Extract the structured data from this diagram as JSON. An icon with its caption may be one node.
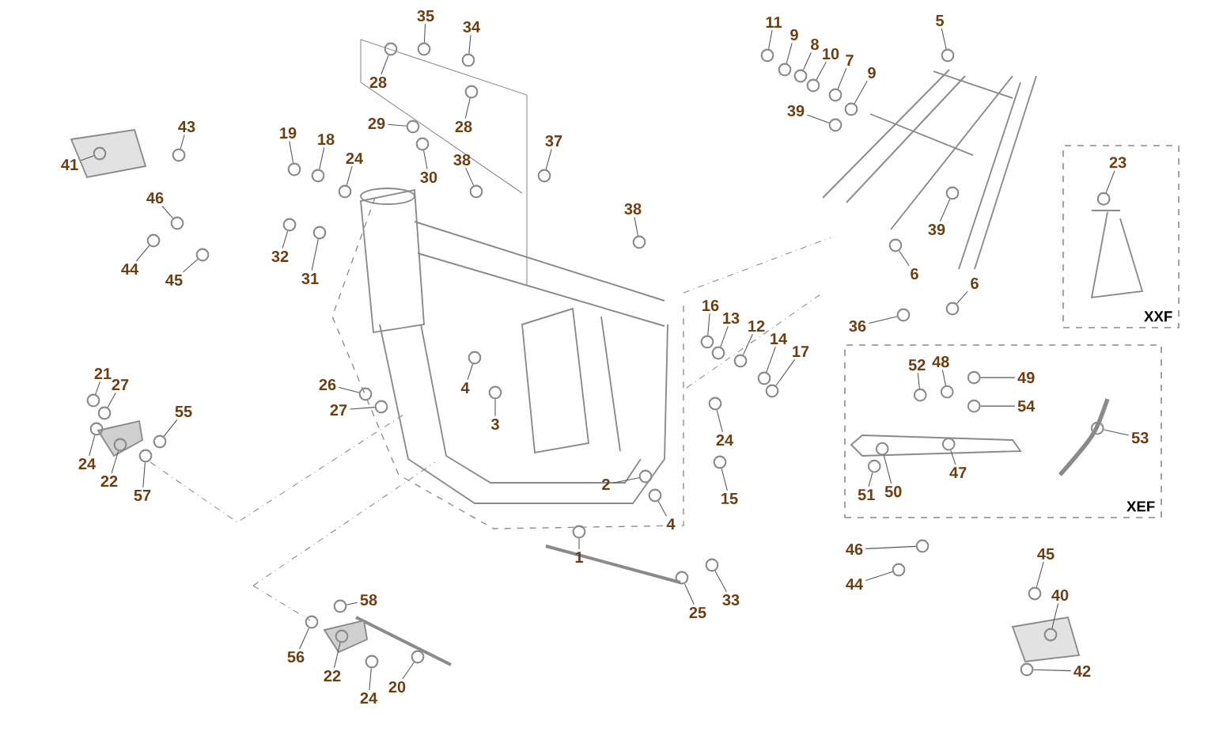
{
  "diagram": {
    "nodes": [
      {
        "text": [
          "XXF"
        ]
      },
      {
        "text": [
          "XEF"
        ]
      },
      {
        "text": [
          "1"
        ]
      },
      {
        "text": [
          "2"
        ]
      },
      {
        "text": [
          "3"
        ]
      },
      {
        "text": [
          "4"
        ]
      },
      {
        "text": [
          "4"
        ]
      },
      {
        "text": [
          "5"
        ]
      },
      {
        "text": [
          "6"
        ]
      },
      {
        "text": [
          "6"
        ]
      },
      {
        "text": [
          "7"
        ]
      },
      {
        "text": [
          "8"
        ]
      },
      {
        "text": [
          "9"
        ]
      },
      {
        "text": [
          "9"
        ]
      },
      {
        "text": [
          "10"
        ]
      },
      {
        "text": [
          "11"
        ]
      },
      {
        "text": [
          "12"
        ]
      },
      {
        "text": [
          "13"
        ]
      },
      {
        "text": [
          "14"
        ]
      },
      {
        "text": [
          "15"
        ]
      },
      {
        "text": [
          "16"
        ]
      },
      {
        "text": [
          "17"
        ]
      },
      {
        "text": [
          "18"
        ]
      },
      {
        "text": [
          "19"
        ]
      },
      {
        "text": [
          "20"
        ]
      },
      {
        "text": [
          "21"
        ]
      },
      {
        "text": [
          "22"
        ]
      },
      {
        "text": [
          "22"
        ]
      },
      {
        "text": [
          "23"
        ],
        "in": 0
      },
      {
        "text": [
          "24"
        ]
      },
      {
        "text": [
          "24"
        ]
      },
      {
        "text": [
          "24"
        ]
      },
      {
        "text": [
          "24"
        ]
      },
      {
        "text": [
          "25"
        ]
      },
      {
        "text": [
          "26"
        ]
      },
      {
        "text": [
          "27"
        ]
      },
      {
        "text": [
          "27"
        ]
      },
      {
        "text": [
          "28"
        ]
      },
      {
        "text": [
          "28"
        ]
      },
      {
        "text": [
          "29"
        ]
      },
      {
        "text": [
          "30"
        ]
      },
      {
        "text": [
          "31"
        ]
      },
      {
        "text": [
          "32"
        ]
      },
      {
        "text": [
          "33"
        ]
      },
      {
        "text": [
          "34"
        ]
      },
      {
        "text": [
          "35"
        ]
      },
      {
        "text": [
          "36"
        ]
      },
      {
        "text": [
          "37"
        ]
      },
      {
        "text": [
          "38"
        ]
      },
      {
        "text": [
          "38"
        ]
      },
      {
        "text": [
          "39"
        ]
      },
      {
        "text": [
          "39"
        ]
      },
      {
        "text": [
          "40"
        ]
      },
      {
        "text": [
          "41"
        ]
      },
      {
        "text": [
          "42"
        ]
      },
      {
        "text": [
          "43"
        ]
      },
      {
        "text": [
          "44"
        ]
      },
      {
        "text": [
          "44"
        ]
      },
      {
        "text": [
          "45"
        ]
      },
      {
        "text": [
          "45"
        ]
      },
      {
        "text": [
          "46"
        ]
      },
      {
        "text": [
          "46"
        ]
      },
      {
        "text": [
          "47"
        ],
        "in": 1
      },
      {
        "text": [
          "48"
        ],
        "in": 1
      },
      {
        "text": [
          "49"
        ],
        "in": 1
      },
      {
        "text": [
          "50"
        ],
        "in": 1
      },
      {
        "text": [
          "51"
        ],
        "in": 1
      },
      {
        "text": [
          "52"
        ],
        "in": 1
      },
      {
        "text": [
          "53"
        ],
        "in": 1
      },
      {
        "text": [
          "54"
        ],
        "in": 1
      },
      {
        "text": [
          "55"
        ]
      },
      {
        "text": [
          "56"
        ]
      },
      {
        "text": [
          "57"
        ]
      },
      {
        "text": [
          "58"
        ]
      },
      {
        "text": [],
        "shape": "circle"
      },
      {
        "text": [],
        "shape": "circle"
      },
      {
        "text": [],
        "shape": "circle"
      },
      {
        "text": [],
        "shape": "circle"
      },
      {
        "text": [],
        "shape": "circle"
      },
      {
        "text": [],
        "shape": "circle"
      },
      {
        "text": [],
        "shape": "circle"
      },
      {
        "text": [],
        "shape": "circle"
      },
      {
        "text": [],
        "shape": "circle"
      },
      {
        "text": [],
        "shape": "circle"
      },
      {
        "text": [],
        "shape": "circle"
      },
      {
        "text": [],
        "shape": "circle"
      },
      {
        "text": [],
        "shape": "circle"
      },
      {
        "text": [],
        "shape": "circle"
      },
      {
        "text": [],
        "shape": "circle"
      },
      {
        "text": [],
        "shape": "circle"
      },
      {
        "text": [],
        "shape": "circle"
      },
      {
        "text": [],
        "shape": "circle"
      },
      {
        "text": [],
        "shape": "circle"
      },
      {
        "text": [],
        "shape": "circle"
      },
      {
        "text": [],
        "shape": "circle"
      },
      {
        "text": [],
        "shape": "circle"
      },
      {
        "text": [],
        "shape": "circle"
      },
      {
        "text": [],
        "shape": "circle"
      },
      {
        "text": [],
        "shape": "circle"
      },
      {
        "text": [],
        "shape": "circle"
      },
      {
        "text": [],
        "shape": "circle",
        "in": 0
      },
      {
        "text": [],
        "shape": "circle"
      },
      {
        "text": [],
        "shape": "circle"
      },
      {
        "text": [],
        "shape": "circle"
      },
      {
        "text": [],
        "shape": "circle"
      },
      {
        "text": [],
        "shape": "circle"
      },
      {
        "text": [],
        "shape": "circle"
      },
      {
        "text": [],
        "shape": "circle"
      },
      {
        "text": [],
        "shape": "circle"
      },
      {
        "text": [],
        "shape": "circle"
      },
      {
        "text": [],
        "shape": "circle"
      },
      {
        "text": [],
        "shape": "circle"
      },
      {
        "text": [],
        "shape": "circle"
      },
      {
        "text": [],
        "shape": "circle"
      },
      {
        "text": [],
        "shape": "circle"
      },
      {
        "text": [],
        "shape": "circle"
      },
      {
        "text": [],
        "shape": "circle"
      },
      {
        "text": [],
        "shape": "circle"
      },
      {
        "text": [],
        "shape": "circle"
      },
      {
        "text": [],
        "shape": "circle"
      },
      {
        "text": [],
        "shape": "circle"
      },
      {
        "text": [],
        "shape": "circle"
      },
      {
        "text": [],
        "shape": "circle"
      },
      {
        "text": [],
        "shape": "circle"
      },
      {
        "text": [],
        "shape": "circle"
      },
      {
        "text": [],
        "shape": "circle"
      },
      {
        "text": [],
        "shape": "circle"
      },
      {
        "text": [],
        "shape": "circle"
      },
      {
        "text": [],
        "shape": "circle"
      },
      {
        "text": [],
        "shape": "circle"
      },
      {
        "text": [],
        "shape": "circle"
      },
      {
        "text": [],
        "shape": "circle"
      },
      {
        "text": [],
        "shape": "circle"
      },
      {
        "text": [],
        "shape": "circle"
      },
      {
        "text": [],
        "shape": "circle",
        "in": 1
      },
      {
        "text": [],
        "shape": "circle",
        "in": 1
      },
      {
        "text": [],
        "shape": "circle",
        "in": 1
      },
      {
        "text": [],
        "shape": "circle",
        "in": 1
      },
      {
        "text": [],
        "shape": "circle",
        "in": 1
      },
      {
        "text": [],
        "shape": "circle",
        "in": 1
      },
      {
        "text": [],
        "shape": "circle",
        "in": 1
      },
      {
        "text": [],
        "shape": "circle",
        "in": 1
      },
      {
        "text": [],
        "shape": "circle"
      },
      {
        "text": [],
        "shape": "circle"
      },
      {
        "text": [],
        "shape": "circle"
      },
      {
        "text": [],
        "shape": "circle"
      }
    ],
    "edges": [
      {
        "from": 2,
        "to": 74,
        "arrow": "none"
      },
      {
        "from": 3,
        "to": 75,
        "arrow": "none"
      },
      {
        "from": 4,
        "to": 76,
        "arrow": "none"
      },
      {
        "from": 5,
        "to": 77,
        "arrow": "none"
      },
      {
        "from": 6,
        "to": 78,
        "arrow": "none"
      },
      {
        "from": 7,
        "to": 79,
        "arrow": "none"
      },
      {
        "from": 8,
        "to": 80,
        "arrow": "none"
      },
      {
        "from": 9,
        "to": 81,
        "arrow": "none"
      },
      {
        "from": 10,
        "to": 82,
        "arrow": "none"
      },
      {
        "from": 11,
        "to": 83,
        "arrow": "none"
      },
      {
        "from": 12,
        "to": 84,
        "arrow": "none"
      },
      {
        "from": 13,
        "to": 85,
        "arrow": "none"
      },
      {
        "from": 14,
        "to": 86,
        "arrow": "none"
      },
      {
        "from": 15,
        "to": 87,
        "arrow": "none"
      },
      {
        "from": 16,
        "to": 88,
        "arrow": "none"
      },
      {
        "from": 17,
        "to": 89,
        "arrow": "none"
      },
      {
        "from": 18,
        "to": 90,
        "arrow": "none"
      },
      {
        "from": 19,
        "to": 91,
        "arrow": "none"
      },
      {
        "from": 20,
        "to": 92,
        "arrow": "none"
      },
      {
        "from": 21,
        "to": 93,
        "arrow": "none"
      },
      {
        "from": 22,
        "to": 94,
        "arrow": "none"
      },
      {
        "from": 23,
        "to": 95,
        "arrow": "none"
      },
      {
        "from": 24,
        "to": 96,
        "arrow": "none"
      },
      {
        "from": 25,
        "to": 97,
        "arrow": "none"
      },
      {
        "from": 26,
        "to": 98,
        "arrow": "none"
      },
      {
        "from": 27,
        "to": 99,
        "arrow": "none"
      },
      {
        "from": 28,
        "to": 100,
        "arrow": "none"
      },
      {
        "from": 29,
        "to": 101,
        "arrow": "none"
      },
      {
        "from": 30,
        "to": 102,
        "arrow": "none"
      },
      {
        "from": 31,
        "to": 103,
        "arrow": "none"
      },
      {
        "from": 32,
        "to": 104,
        "arrow": "none"
      },
      {
        "from": 33,
        "to": 105,
        "arrow": "none"
      },
      {
        "from": 34,
        "to": 106,
        "arrow": "none"
      },
      {
        "from": 35,
        "to": 107,
        "arrow": "none"
      },
      {
        "from": 36,
        "to": 108,
        "arrow": "none"
      },
      {
        "from": 37,
        "to": 109,
        "arrow": "none"
      },
      {
        "from": 38,
        "to": 110,
        "arrow": "none"
      },
      {
        "from": 39,
        "to": 111,
        "arrow": "none"
      },
      {
        "from": 40,
        "to": 112,
        "arrow": "none"
      },
      {
        "from": 41,
        "to": 113,
        "arrow": "none"
      },
      {
        "from": 42,
        "to": 114,
        "arrow": "none"
      },
      {
        "from": 43,
        "to": 115,
        "arrow": "none"
      },
      {
        "from": 44,
        "to": 116,
        "arrow": "none"
      },
      {
        "from": 45,
        "to": 117,
        "arrow": "none"
      },
      {
        "from": 46,
        "to": 118,
        "arrow": "none"
      },
      {
        "from": 47,
        "to": 119,
        "arrow": "none"
      },
      {
        "from": 48,
        "to": 120,
        "arrow": "none"
      },
      {
        "from": 49,
        "to": 121,
        "arrow": "none"
      },
      {
        "from": 50,
        "to": 122,
        "arrow": "none"
      },
      {
        "from": 51,
        "to": 123,
        "arrow": "none"
      },
      {
        "from": 52,
        "to": 124,
        "arrow": "none"
      },
      {
        "from": 53,
        "to": 125,
        "arrow": "none"
      },
      {
        "from": 54,
        "to": 126,
        "arrow": "none"
      },
      {
        "from": 55,
        "to": 127,
        "arrow": "none"
      },
      {
        "from": 56,
        "to": 128,
        "arrow": "none"
      },
      {
        "from": 57,
        "to": 129,
        "arrow": "none"
      },
      {
        "from": 58,
        "to": 130,
        "arrow": "none"
      },
      {
        "from": 59,
        "to": 131,
        "arrow": "none"
      },
      {
        "from": 60,
        "to": 132,
        "arrow": "none"
      },
      {
        "from": 61,
        "to": 133,
        "arrow": "none"
      },
      {
        "from": 62,
        "to": 134,
        "arrow": "none"
      },
      {
        "from": 63,
        "to": 135,
        "arrow": "none"
      },
      {
        "from": 64,
        "to": 136,
        "arrow": "none"
      },
      {
        "from": 65,
        "to": 137,
        "arrow": "none"
      },
      {
        "from": 66,
        "to": 138,
        "arrow": "none"
      },
      {
        "from": 67,
        "to": 139,
        "arrow": "none"
      },
      {
        "from": 68,
        "to": 140,
        "arrow": "none"
      },
      {
        "from": 69,
        "to": 141,
        "arrow": "none"
      },
      {
        "from": 70,
        "to": 142,
        "arrow": "none"
      },
      {
        "from": 71,
        "to": 143,
        "arrow": "none"
      },
      {
        "from": 72,
        "to": 144,
        "arrow": "none"
      },
      {
        "from": 73,
        "to": 145,
        "arrow": "none"
      }
    ]
  }
}
